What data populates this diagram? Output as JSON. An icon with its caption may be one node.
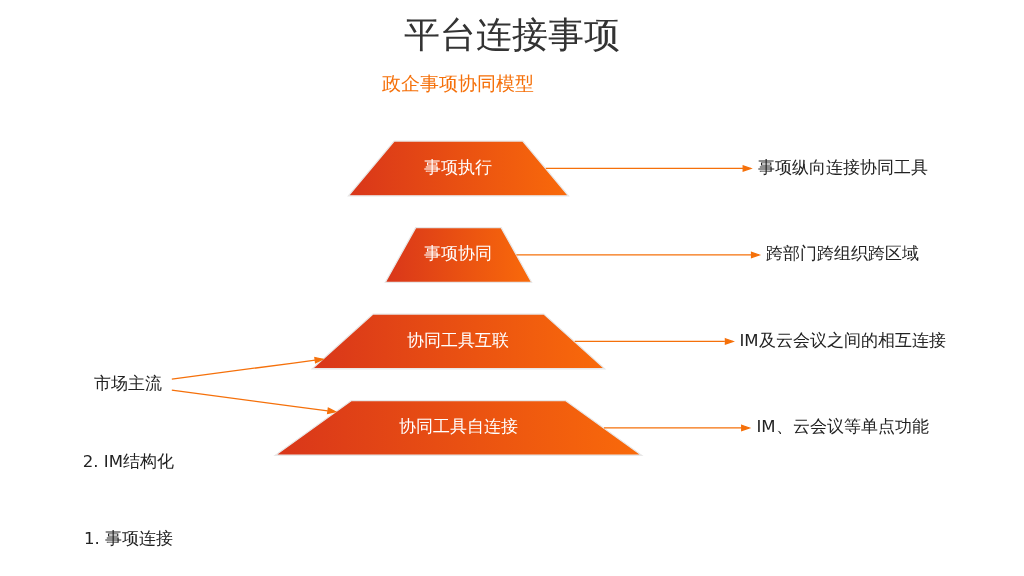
{
  "diagram": {
    "title": "平台连接事项",
    "caption": "政企事项协同模型",
    "nodes": [
      {
        "text": [
          "事项协同"
        ]
      },
      {
        "text": [
          "事项执行"
        ]
      },
      {
        "text": [
          "协同工具互联"
        ]
      },
      {
        "text": [
          "协同工具自连接"
        ]
      },
      {
        "text": [
          "跨部门跨组织跨区域"
        ]
      },
      {
        "text": [
          "事项纵向连接协同工具"
        ]
      },
      {
        "text": [
          "IM及云会议之间的相互连接"
        ]
      },
      {
        "text": [
          "IM、云会议等单点功能"
        ]
      },
      {
        "text": [
          "市场主流"
        ]
      }
    ],
    "edges": [
      {
        "from": 0,
        "to": 4,
        "arrow": "to"
      },
      {
        "from": 1,
        "to": 5,
        "arrow": "to"
      },
      {
        "from": 2,
        "to": 6,
        "arrow": "to"
      },
      {
        "from": 3,
        "to": 7,
        "arrow": "to"
      },
      {
        "from": 8,
        "to": 2,
        "arrow": "to"
      },
      {
        "from": 8,
        "to": 3,
        "arrow": "to"
      }
    ],
    "labels": [
      "1. 事项连接",
      "2. IM结构化"
    ]
  }
}
